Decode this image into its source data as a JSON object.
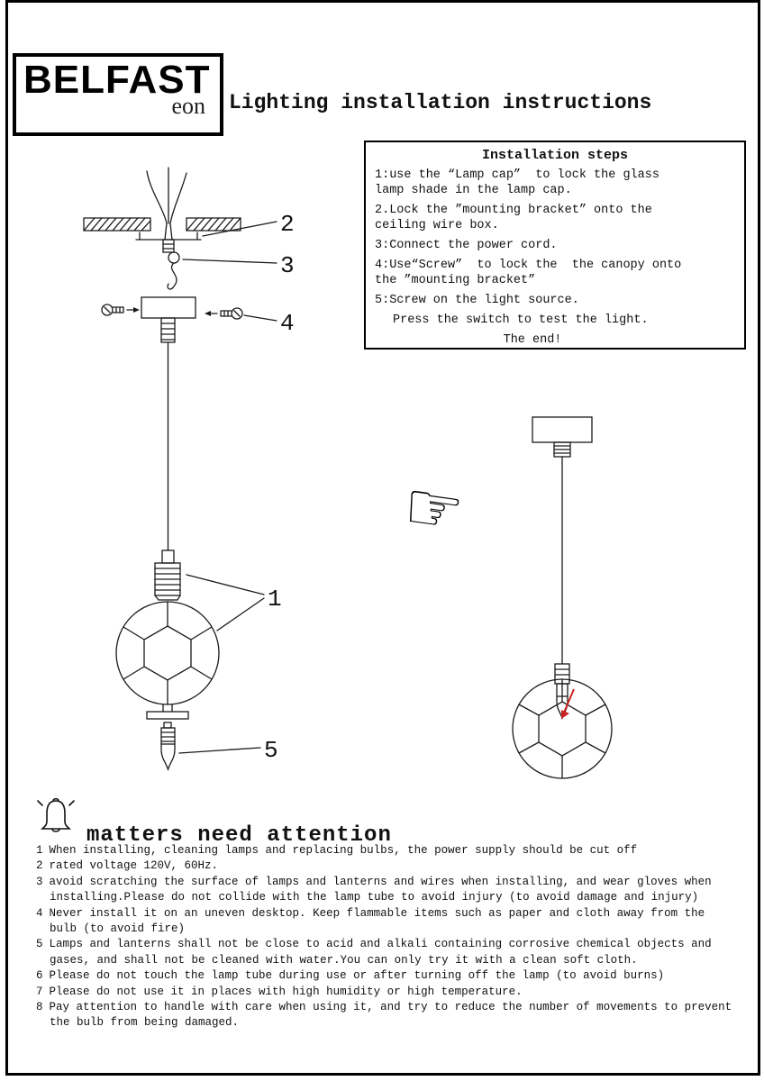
{
  "header": {
    "brand": "BELFAST",
    "brand_sub": "eon",
    "title": "Lighting installation instructions"
  },
  "steps": {
    "title": "Installation steps",
    "items": [
      "1:use the “Lamp cap”  to lock the glass\nlamp shade in the lamp cap.",
      "2.Lock the ”mounting bracket” onto the\nceiling wire box.",
      "3:Connect the power cord.",
      "4:Use“Screw”  to lock the  the canopy onto\nthe ”mounting bracket”",
      "5:Screw on the light source."
    ],
    "note": "Press the switch to test the light.",
    "end": "The end!"
  },
  "diagram": {
    "callouts": [
      "2",
      "3",
      "4",
      "1",
      "5"
    ],
    "arrow_color": "#cc2222"
  },
  "attention": {
    "title": "matters need attention",
    "items": [
      {
        "num": "1",
        "text": "When installing, cleaning lamps and replacing bulbs, the power supply should be cut off"
      },
      {
        "num": "2",
        "text": "rated voltage 120V, 60Hz."
      },
      {
        "num": "3",
        "text": "avoid scratching the surface of lamps and lanterns and wires when installing, and wear gloves when\n  installing.Please do not collide with the lamp tube to avoid injury (to avoid damage and injury)"
      },
      {
        "num": "4",
        "text": "Never install it on an uneven desktop. Keep flammable items such as paper and cloth away from the\n  bulb (to avoid fire)"
      },
      {
        "num": "5",
        "text": "Lamps and lanterns shall not be close to acid and alkali containing corrosive chemical objects and\n  gases, and shall not be cleaned with water.You can only try it with a clean soft cloth."
      },
      {
        "num": "6",
        "text": "Please do not touch the lamp tube during use or after turning off the lamp (to avoid burns)"
      },
      {
        "num": "7",
        "text": "Please do not use it in places with high humidity or high temperature."
      },
      {
        "num": "8",
        "text": "Pay attention to handle with care when using it, and try to reduce the number of movements to prevent\n  the bulb from being damaged."
      }
    ]
  },
  "icons": {
    "hand": "☞"
  }
}
